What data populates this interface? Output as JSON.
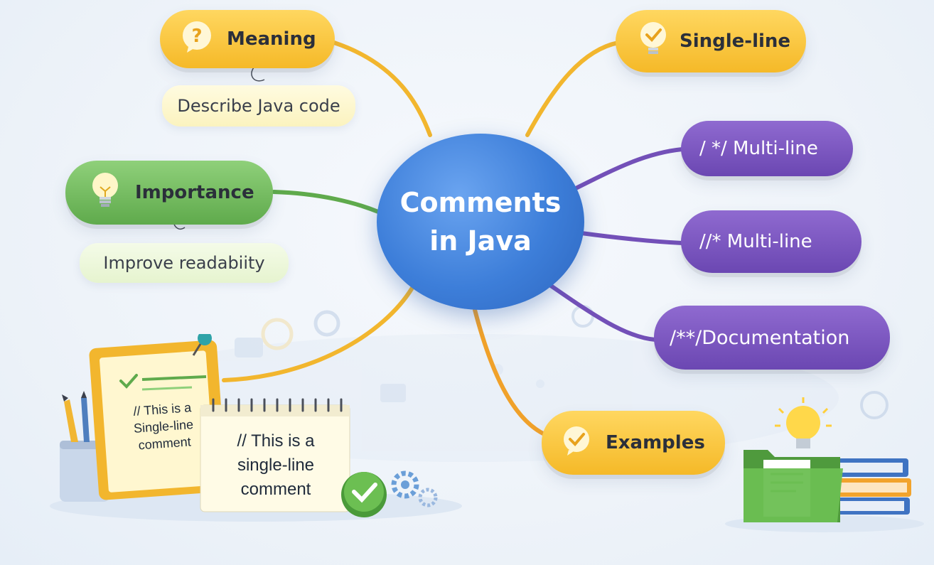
{
  "center": {
    "line1": "Comments",
    "line2": "in Java"
  },
  "branches": {
    "meaning": {
      "label": "Meaning",
      "detail": "Describe Java code",
      "icon": "question-icon"
    },
    "importance": {
      "label": "Importance",
      "detail": "Improve readabiity",
      "icon": "lightbulb-icon"
    },
    "single_line": {
      "label": "Single-line",
      "icon": "check-bubble-icon"
    },
    "multi_line_1": {
      "label": "/ */ Multi-line"
    },
    "multi_line_2": {
      "label": "//*  Multi-line"
    },
    "documentation": {
      "label": "/**/Documentation"
    },
    "examples": {
      "label": "Examples",
      "icon": "check-bubble-icon"
    }
  },
  "illustrations": {
    "clipboard_note": {
      "line1": "// This is a",
      "line2": "Single-line",
      "line3": "comment"
    },
    "notepad_note": {
      "line1": "// This is a",
      "line2": "single-line",
      "line3": "comment"
    }
  },
  "colors": {
    "center_blue": "#3d7ed9",
    "yellow": "#f5b928",
    "green": "#5faa4c",
    "purple": "#6b47b2",
    "connector_yellow": "#f2b62e",
    "connector_green": "#5faa4c",
    "connector_purple": "#7350b8",
    "connector_orange": "#f0a12a"
  }
}
